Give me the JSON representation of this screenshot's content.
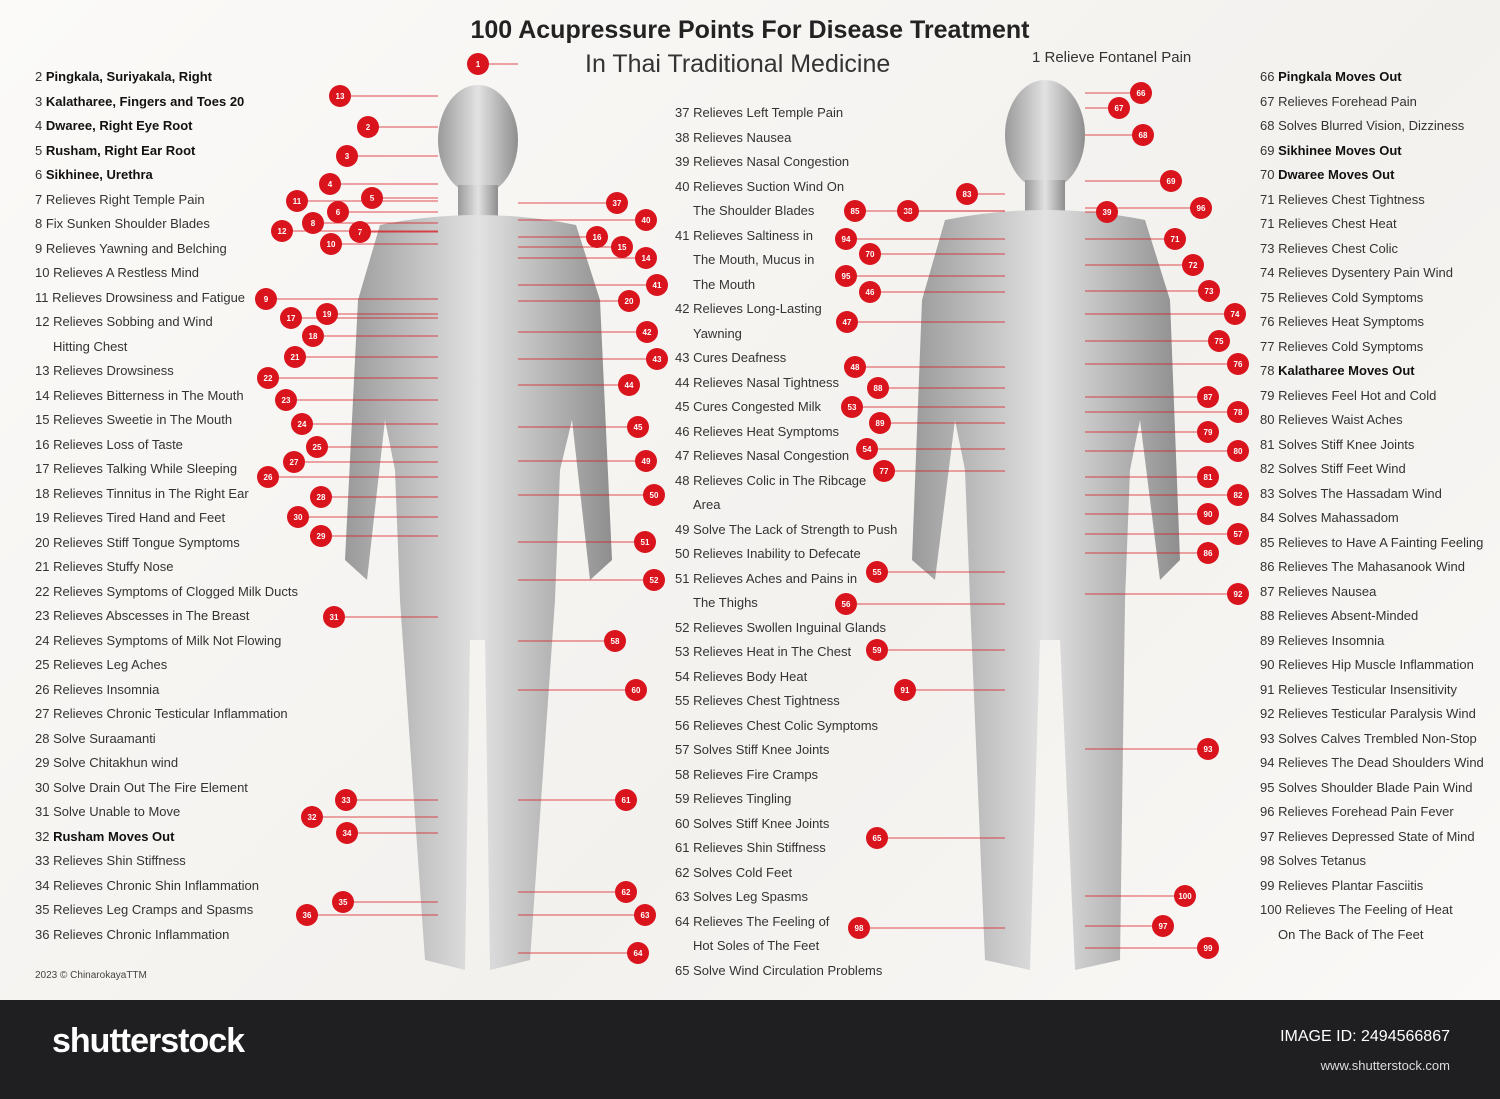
{
  "header": {
    "title": "100 Acupressure Points For Disease Treatment",
    "subtitle": "In Thai Traditional Medicine",
    "point1": "1 Relieve Fontanel Pain"
  },
  "lists": {
    "left": [
      [
        "2",
        "Pingkala, Suriyakala, Right",
        true
      ],
      [
        "3",
        "Kalatharee, Fingers and Toes 20",
        true
      ],
      [
        "4",
        "Dwaree, Right Eye Root",
        true
      ],
      [
        "5",
        "Rusham, Right Ear Root",
        true
      ],
      [
        "6",
        "Sikhinee, Urethra",
        true
      ],
      [
        "7",
        "Relieves Right Temple Pain"
      ],
      [
        "8",
        "Fix Sunken Shoulder Blades"
      ],
      [
        "9",
        "Relieves Yawning and Belching"
      ],
      [
        "10",
        "Relieves A Restless Mind"
      ],
      [
        "11",
        "Relieves Drowsiness and Fatigue"
      ],
      [
        "12",
        "Relieves Sobbing and Wind"
      ],
      [
        "",
        "Hitting Chest"
      ],
      [
        "13",
        "Relieves Drowsiness"
      ],
      [
        "14",
        "Relieves Bitterness in The Mouth"
      ],
      [
        "15",
        "Relieves Sweetie in The Mouth"
      ],
      [
        "16",
        "Relieves Loss of Taste"
      ],
      [
        "17",
        "Relieves Talking While Sleeping"
      ],
      [
        "18",
        "Relieves Tinnitus in The Right Ear"
      ],
      [
        "19",
        "Relieves Tired Hand and Feet"
      ],
      [
        "20",
        "Relieves Stiff Tongue Symptoms"
      ],
      [
        "21",
        "Relieves Stuffy Nose"
      ],
      [
        "22",
        "Relieves Symptoms of Clogged Milk Ducts"
      ],
      [
        "23",
        "Relieves Abscesses in The Breast"
      ],
      [
        "24",
        "Relieves Symptoms of Milk Not Flowing"
      ],
      [
        "25",
        "Relieves Leg Aches"
      ],
      [
        "26",
        "Relieves Insomnia"
      ],
      [
        "27",
        "Relieves Chronic Testicular Inflammation"
      ],
      [
        "28",
        "Solve Suraamanti"
      ],
      [
        "29",
        "Solve Chitakhun wind"
      ],
      [
        "30",
        "Solve Drain Out The Fire Element"
      ],
      [
        "31",
        "Solve Unable to Move"
      ],
      [
        "32",
        "Rusham Moves Out",
        true
      ],
      [
        "33",
        "Relieves Shin Stiffness"
      ],
      [
        "34",
        "Relieves Chronic Shin Inflammation"
      ],
      [
        "35",
        "Relieves Leg Cramps and Spasms"
      ],
      [
        "36",
        "Relieves Chronic Inflammation"
      ]
    ],
    "middle": [
      [
        "37",
        "Relieves Left Temple Pain"
      ],
      [
        "38",
        "Relieves Nausea"
      ],
      [
        "39",
        "Relieves Nasal Congestion"
      ],
      [
        "40",
        "Relieves Suction Wind On"
      ],
      [
        "",
        "The Shoulder Blades"
      ],
      [
        "41",
        "Relieves Saltiness in"
      ],
      [
        "",
        "The Mouth, Mucus in"
      ],
      [
        "",
        "The Mouth"
      ],
      [
        "42",
        "Relieves Long-Lasting"
      ],
      [
        "",
        "Yawning"
      ],
      [
        "43",
        "Cures Deafness"
      ],
      [
        "44",
        "Relieves Nasal Tightness"
      ],
      [
        "45",
        "Cures Congested Milk"
      ],
      [
        "46",
        "Relieves Heat Symptoms"
      ],
      [
        "47",
        "Relieves Nasal Congestion"
      ],
      [
        "48",
        "Relieves Colic in The Ribcage"
      ],
      [
        "",
        "Area"
      ],
      [
        "49",
        "Solve The Lack of Strength to Push"
      ],
      [
        "50",
        "Relieves Inability to Defecate"
      ],
      [
        "51",
        "Relieves Aches and Pains in"
      ],
      [
        "",
        "The Thighs"
      ],
      [
        "52",
        "Relieves Swollen Inguinal Glands"
      ],
      [
        "53",
        "Relieves Heat in The Chest"
      ],
      [
        "54",
        "Relieves Body Heat"
      ],
      [
        "55",
        "Relieves Chest Tightness"
      ],
      [
        "56",
        "Relieves Chest Colic Symptoms"
      ],
      [
        "57",
        "Solves Stiff Knee Joints"
      ],
      [
        "58",
        "Relieves Fire Cramps"
      ],
      [
        "59",
        "Relieves Tingling"
      ],
      [
        "60",
        "Solves Stiff Knee Joints"
      ],
      [
        "61",
        "Relieves Shin Stiffness"
      ],
      [
        "62",
        "Solves Cold Feet"
      ],
      [
        "63",
        "Solves Leg Spasms"
      ],
      [
        "64",
        "Relieves The Feeling of"
      ],
      [
        "",
        "Hot Soles of The Feet"
      ],
      [
        "65",
        "Solve Wind Circulation Problems"
      ]
    ],
    "right": [
      [
        "66",
        "Pingkala Moves Out",
        true
      ],
      [
        "67",
        "Relieves Forehead Pain"
      ],
      [
        "68",
        "Solves Blurred Vision, Dizziness"
      ],
      [
        "69",
        "Sikhinee Moves Out",
        true
      ],
      [
        "70",
        "Dwaree Moves Out",
        true
      ],
      [
        "71",
        "Relieves Chest Tightness"
      ],
      [
        "71",
        "Relieves Chest Heat"
      ],
      [
        "73",
        "Relieves Chest Colic"
      ],
      [
        "74",
        "Relieves Dysentery Pain Wind"
      ],
      [
        "75",
        "Relieves Cold Symptoms"
      ],
      [
        "76",
        "Relieves Heat Symptoms"
      ],
      [
        "77",
        "Relieves Cold Symptoms"
      ],
      [
        "78",
        "Kalatharee Moves Out",
        true
      ],
      [
        "79",
        "Relieves Feel Hot and Cold"
      ],
      [
        "80",
        "Relieves Waist Aches"
      ],
      [
        "81",
        "Solves Stiff Knee Joints"
      ],
      [
        "82",
        "Solves Stiff Feet Wind"
      ],
      [
        "83",
        "Solves The Hassadam Wind"
      ],
      [
        "84",
        "Solves Mahassadom"
      ],
      [
        "85",
        "Relieves to Have A Fainting Feeling"
      ],
      [
        "86",
        "Relieves The Mahasanook Wind"
      ],
      [
        "87",
        "Relieves Nausea"
      ],
      [
        "88",
        "Relieves Absent-Minded"
      ],
      [
        "89",
        "Relieves Insomnia"
      ],
      [
        "90",
        "Relieves Hip Muscle Inflammation"
      ],
      [
        "91",
        "Relieves Testicular Insensitivity"
      ],
      [
        "92",
        "Relieves Testicular Paralysis Wind"
      ],
      [
        "93",
        "Solves Calves Trembled Non-Stop"
      ],
      [
        "94",
        "Relieves The Dead Shoulders Wind"
      ],
      [
        "95",
        "Solves Shoulder Blade Pain Wind"
      ],
      [
        "96",
        "Relieves Forehead Pain Fever"
      ],
      [
        "97",
        "Relieves Depressed State of Mind"
      ],
      [
        "98",
        "Solves Tetanus"
      ],
      [
        "99",
        "Relieves Plantar Fasciitis"
      ],
      [
        "100",
        "Relieves The Feeling of Heat"
      ],
      [
        "",
        "On The Back of The Feet"
      ]
    ]
  },
  "markers": {
    "color": "#d9141d",
    "front": [
      1,
      13,
      2,
      3,
      4,
      5,
      6,
      7,
      8,
      11,
      10,
      12,
      9,
      17,
      19,
      18,
      21,
      22,
      23,
      24,
      25,
      27,
      26,
      28,
      30,
      29,
      31,
      32,
      33,
      34,
      35,
      36,
      37,
      40,
      16,
      15,
      14,
      41,
      20,
      42,
      43,
      44,
      45,
      49,
      50,
      51,
      52,
      58,
      60,
      61,
      62,
      63,
      64
    ],
    "back": [
      66,
      67,
      68,
      83,
      38,
      85,
      39,
      69,
      96,
      94,
      70,
      71,
      72,
      95,
      46,
      73,
      47,
      74,
      75,
      76,
      48,
      88,
      53,
      87,
      78,
      89,
      79,
      54,
      80,
      77,
      81,
      82,
      90,
      57,
      86,
      55,
      92,
      56,
      59,
      91,
      93,
      65,
      100,
      97,
      98,
      99
    ]
  },
  "copyright": "2023 © ChinarokayaTTM",
  "footer": {
    "logo": "shutterstock",
    "image_id": "IMAGE ID: 2494566867",
    "site": "www.shutterstock.com"
  }
}
